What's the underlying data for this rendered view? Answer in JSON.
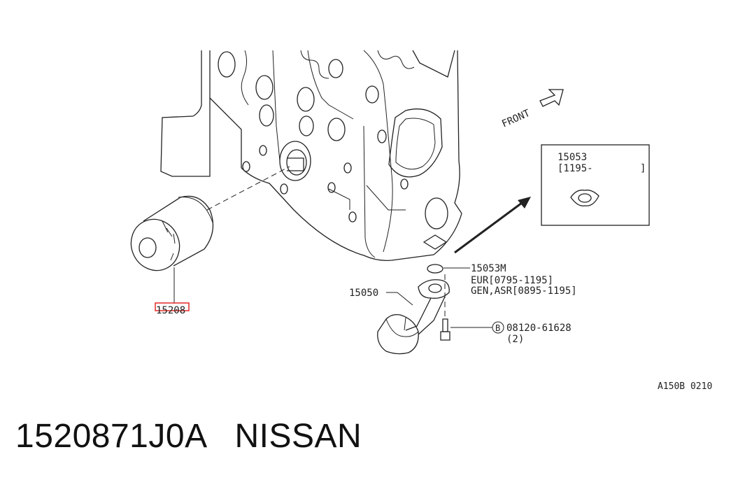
{
  "diagram": {
    "front_label": "FRONT",
    "parts": {
      "oil_filter": "15208",
      "gasket_inset": "15053",
      "gasket_inset_range": "[1195-        ]",
      "gasket": "15053M",
      "gasket_note_1": "EUR[0795-1195]",
      "gasket_note_2": "GEN,ASR[0895-1195]",
      "strainer": "15050",
      "bolt_marker": "B",
      "bolt": "08120-61628",
      "bolt_qty": "(2)"
    },
    "ref_code": "A150B 0210",
    "highlight_color": "#e53935"
  },
  "caption": {
    "text": "1520871J0A   NISSAN"
  }
}
